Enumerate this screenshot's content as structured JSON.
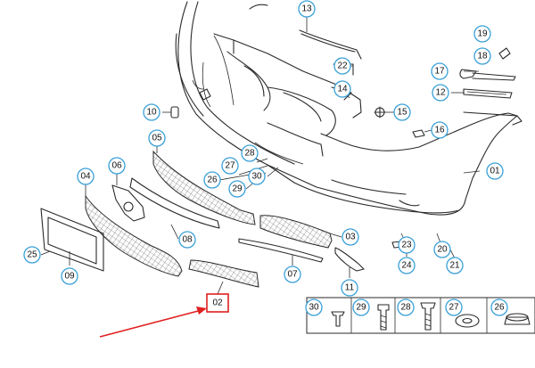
{
  "callouts": [
    {
      "id": "01",
      "label": "01"
    },
    {
      "id": "02",
      "label": "02"
    },
    {
      "id": "03",
      "label": "03"
    },
    {
      "id": "04",
      "label": "04"
    },
    {
      "id": "05",
      "label": "05"
    },
    {
      "id": "06",
      "label": "06"
    },
    {
      "id": "07",
      "label": "07"
    },
    {
      "id": "08",
      "label": "08"
    },
    {
      "id": "09",
      "label": "09"
    },
    {
      "id": "10",
      "label": "10"
    },
    {
      "id": "11",
      "label": "11"
    },
    {
      "id": "12",
      "label": "12"
    },
    {
      "id": "13",
      "label": "13"
    },
    {
      "id": "14",
      "label": "14"
    },
    {
      "id": "15",
      "label": "15"
    },
    {
      "id": "16",
      "label": "16"
    },
    {
      "id": "17",
      "label": "17"
    },
    {
      "id": "18",
      "label": "18"
    },
    {
      "id": "19",
      "label": "19"
    },
    {
      "id": "20",
      "label": "20"
    },
    {
      "id": "21",
      "label": "21"
    },
    {
      "id": "22",
      "label": "22"
    },
    {
      "id": "23",
      "label": "23"
    },
    {
      "id": "24",
      "label": "24"
    },
    {
      "id": "25",
      "label": "25"
    },
    {
      "id": "26",
      "label": "26"
    },
    {
      "id": "27",
      "label": "27"
    },
    {
      "id": "28",
      "label": "28"
    },
    {
      "id": "29",
      "label": "29"
    },
    {
      "id": "30",
      "label": "30"
    }
  ],
  "highlight": {
    "label": "02",
    "color": "#e02020"
  },
  "fastener_strip": [
    {
      "id": "30",
      "label": "30"
    },
    {
      "id": "29",
      "label": "29"
    },
    {
      "id": "28",
      "label": "28"
    },
    {
      "id": "27",
      "label": "27"
    },
    {
      "id": "26",
      "label": "26"
    }
  ],
  "colors": {
    "callout_ring": "#3aa0d8",
    "highlight": "#e02020",
    "line": "#2a2a2a"
  }
}
